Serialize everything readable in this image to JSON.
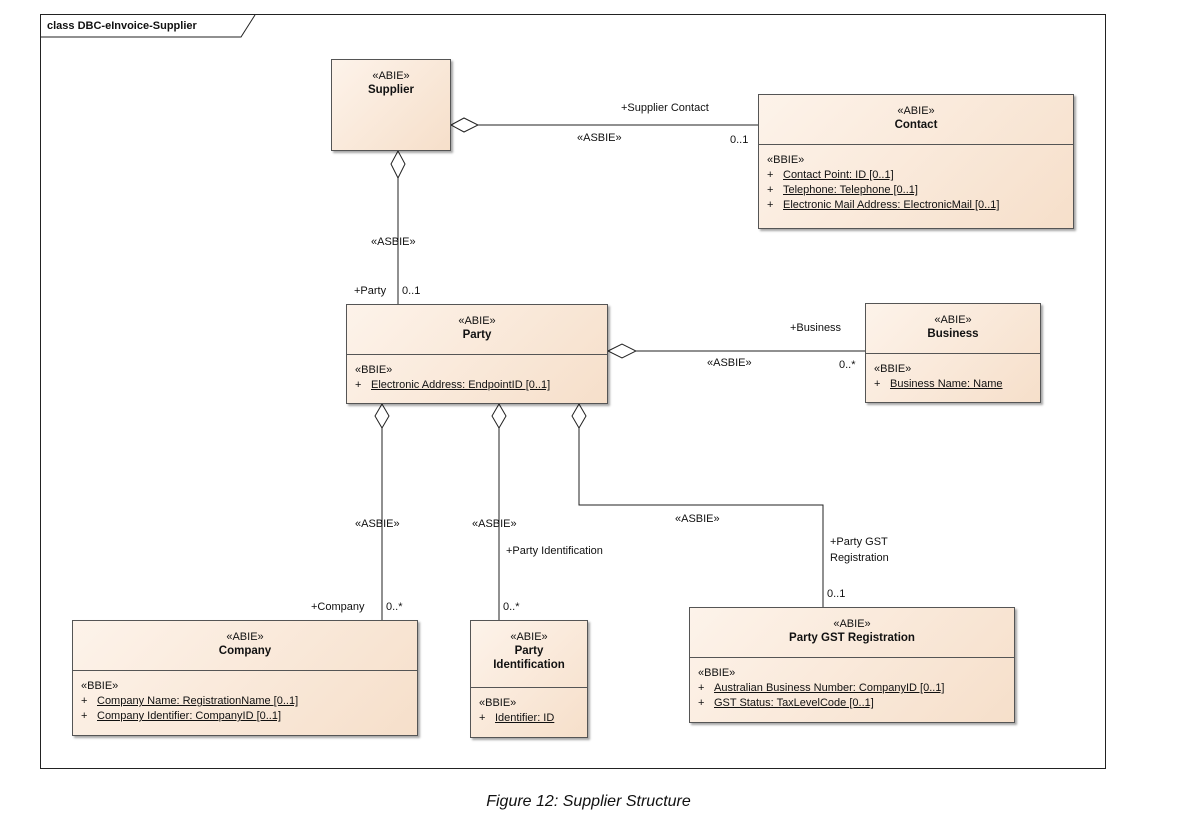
{
  "frame": {
    "title": "class DBC-eInvoice-Supplier"
  },
  "classes": {
    "supplier": {
      "stereotype": "«ABIE»",
      "name": "Supplier"
    },
    "contact": {
      "stereotype": "«ABIE»",
      "name": "Contact",
      "section": "«BBIE»",
      "attributes": [
        {
          "vis": "+",
          "text": "Contact Point: ID [0..1]"
        },
        {
          "vis": "+",
          "text": "Telephone: Telephone [0..1]"
        },
        {
          "vis": "+",
          "text": "Electronic Mail Address: ElectronicMail [0..1]"
        }
      ]
    },
    "party": {
      "stereotype": "«ABIE»",
      "name": "Party",
      "section": "«BBIE»",
      "attributes": [
        {
          "vis": "+",
          "text": "Electronic Address: EndpointID [0..1]"
        }
      ]
    },
    "business": {
      "stereotype": "«ABIE»",
      "name": "Business",
      "section": "«BBIE»",
      "attributes": [
        {
          "vis": "+",
          "text": "Business Name: Name"
        }
      ]
    },
    "company": {
      "stereotype": "«ABIE»",
      "name": "Company",
      "section": "«BBIE»",
      "attributes": [
        {
          "vis": "+",
          "text": "Company Name: RegistrationName [0..1]"
        },
        {
          "vis": "+",
          "text": "Company Identifier: CompanyID [0..1]"
        }
      ]
    },
    "party_identification": {
      "stereotype": "«ABIE»",
      "name_line1": "Party",
      "name_line2": "Identification",
      "section": "«BBIE»",
      "attributes": [
        {
          "vis": "+",
          "text": "Identifier: ID"
        }
      ]
    },
    "party_gst": {
      "stereotype": "«ABIE»",
      "name": "Party GST Registration",
      "section": "«BBIE»",
      "attributes": [
        {
          "vis": "+",
          "text": "Australian Business Number: CompanyID [0..1]"
        },
        {
          "vis": "+",
          "text": "GST Status: TaxLevelCode [0..1]"
        }
      ]
    }
  },
  "associations": {
    "supplier_contact": {
      "role": "+Supplier Contact",
      "stereotype": "«ASBIE»",
      "multiplicity": "0..1"
    },
    "supplier_party": {
      "role": "+Party",
      "stereotype": "«ASBIE»",
      "multiplicity": "0..1"
    },
    "party_business": {
      "role": "+Business",
      "stereotype": "«ASBIE»",
      "multiplicity": "0..*"
    },
    "party_company": {
      "role": "+Company",
      "stereotype": "«ASBIE»",
      "multiplicity": "0..*"
    },
    "party_identification": {
      "role": "+Party Identification",
      "stereotype": "«ASBIE»",
      "multiplicity": "0..*"
    },
    "party_gst": {
      "role_line1": "+Party GST",
      "role_line2": "Registration",
      "stereotype": "«ASBIE»",
      "multiplicity": "0..1"
    }
  },
  "caption": "Figure 12: Supplier Structure"
}
